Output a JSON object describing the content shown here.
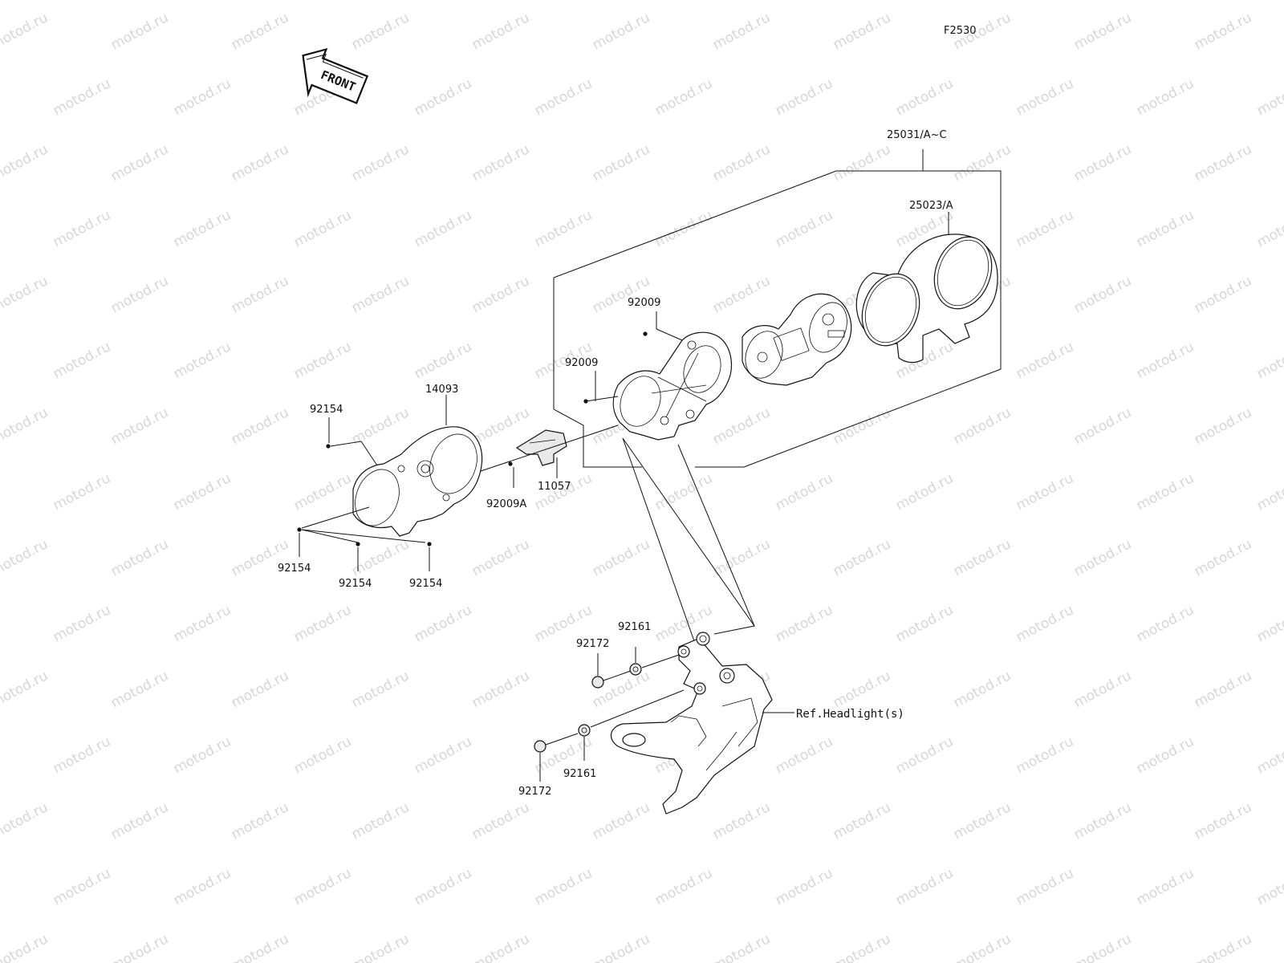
{
  "figure_id": "F2530",
  "front_label": "FRONT",
  "watermark": "motod.ru",
  "labels": {
    "assembly": "25031/A~C",
    "lens": "25023/A",
    "screw_upper": "92009",
    "screw_left": "92009",
    "cover": "14093",
    "bracket_small": "11057",
    "screw_bracket": "92009A",
    "screw_cover_top": "92154",
    "screw_cover_left": "92154",
    "screw_cover_mid": "92154",
    "screw_cover_right": "92154",
    "damper_upper": "92161",
    "collar_upper": "92172",
    "damper_lower": "92161",
    "collar_lower": "92172",
    "ref_headlight": "Ref.Headlight(s)"
  }
}
